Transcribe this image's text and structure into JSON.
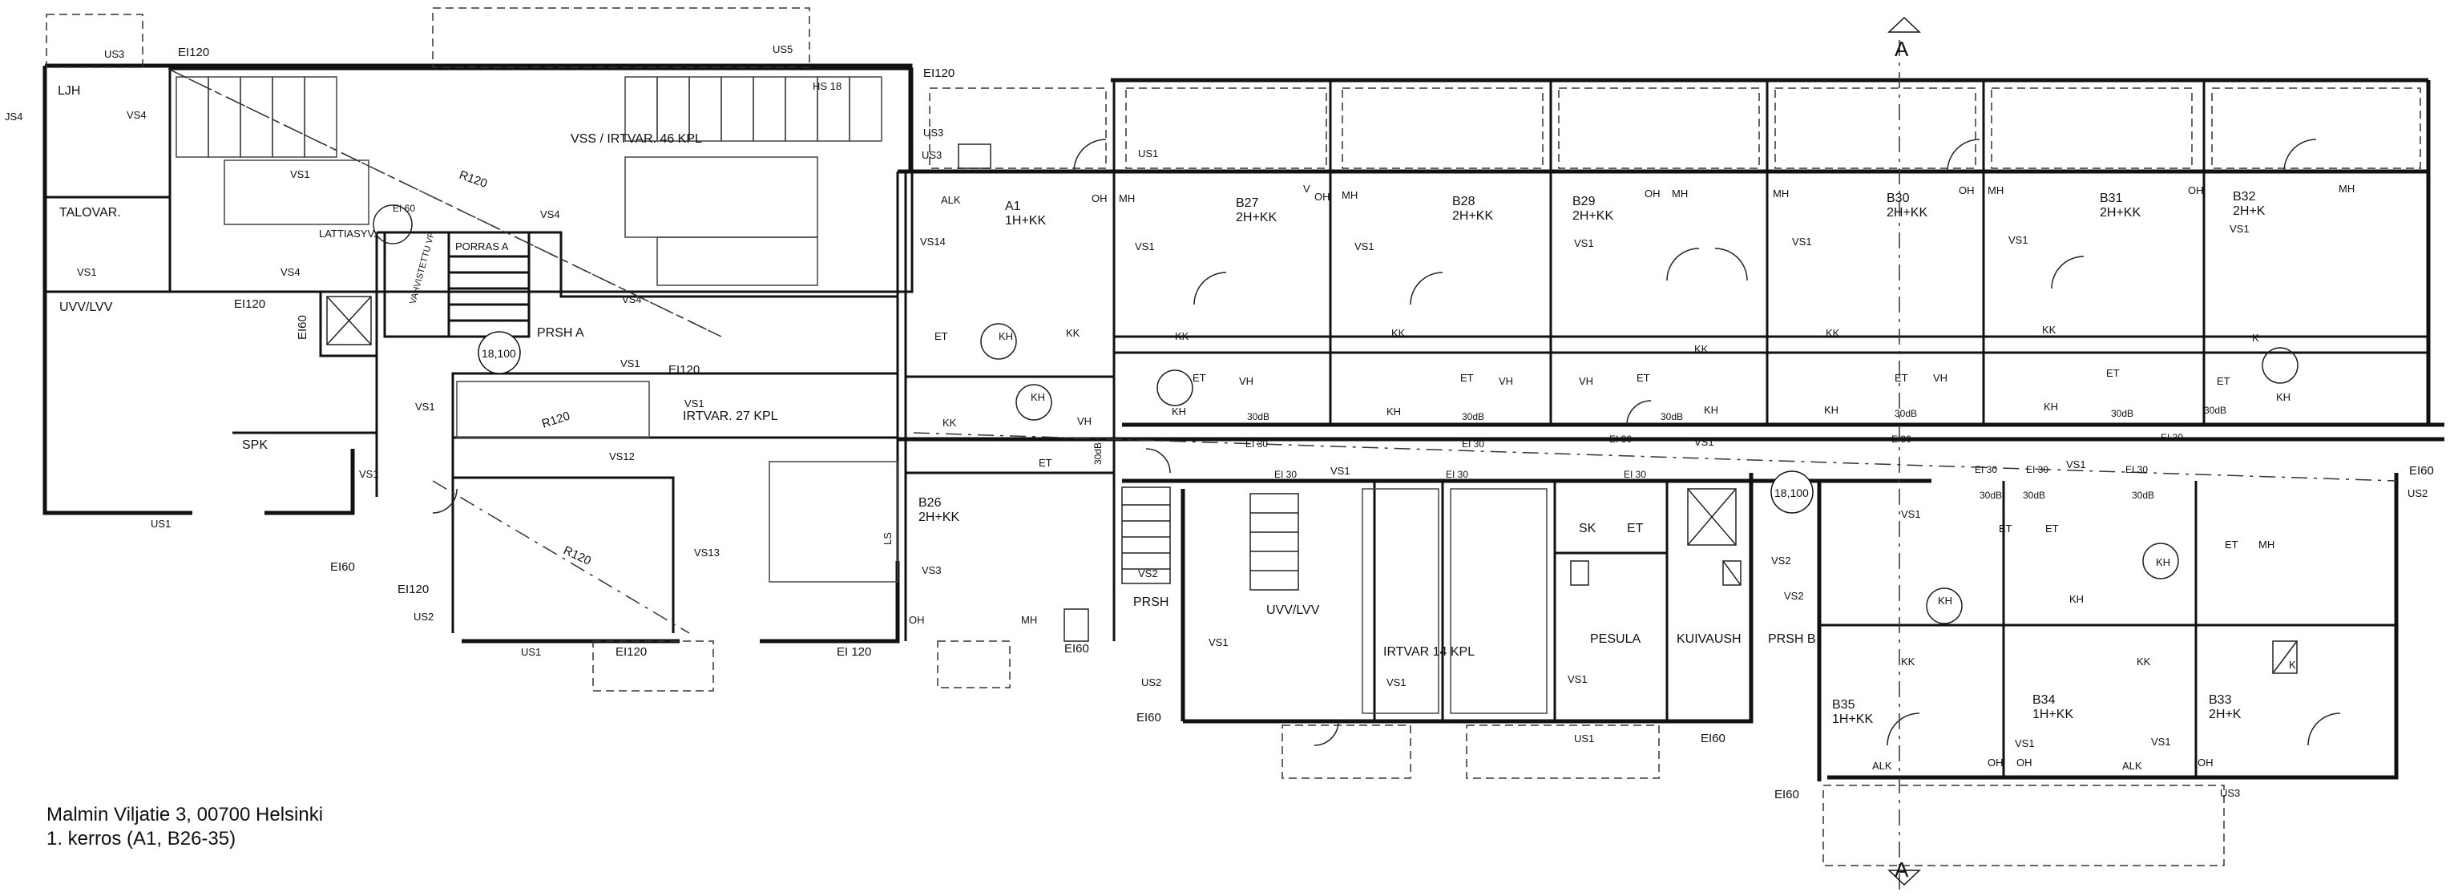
{
  "caption": {
    "address": "Malmin Viljatie 3, 00700 Helsinki",
    "floor": "1. kerros (A1, B26-35)"
  },
  "section_marks": [
    "A",
    "A"
  ],
  "rooms": {
    "ljh": "LJH",
    "talovar": "TALOVAR.",
    "uvv_lvv_left": "UVV/LVV",
    "spk": "SPK",
    "vss_irtvar": "VSS / IRTVAR. 46 KPL",
    "lattiasyv": "LATTIASYV.",
    "porras_a": "PORRAS A",
    "prsh_a": "PRSH A",
    "vahvistettu": "VAHVISTETTU VP",
    "irtvar_27": "IRTVAR. 27 KPL",
    "b26": "B26",
    "b26_type": "2H+KK",
    "a1": "A1",
    "a1_type": "1H+KK",
    "b27": "B27",
    "b27_type": "2H+KK",
    "b28": "B28",
    "b28_type": "2H+KK",
    "b29": "B29",
    "b29_type": "2H+KK",
    "b30": "B30",
    "b30_type": "2H+KK",
    "b31": "B31",
    "b31_type": "2H+KK",
    "b32": "B32",
    "b32_type": "2H+K",
    "prsh": "PRSH",
    "uvv_lvv_mid": "UVV/LVV",
    "irtvar_14": "IRTVAR 14 KPL",
    "sk": "SK",
    "et": "ET",
    "pesula": "PESULA",
    "kuivaush": "KUIVAUSH",
    "prsh_b": "PRSH B",
    "b35": "B35",
    "b35_type": "1H+KK",
    "b34": "B34",
    "b34_type": "1H+KK",
    "b33": "B33",
    "b33_type": "2H+K"
  },
  "elevations": [
    "18,100",
    "18,100"
  ],
  "fire_marks": {
    "ei120": "EI120",
    "ei60": "EI60",
    "ei30": "EI 30",
    "ei_120_sp": "EI 120",
    "ei_60_sp": "EI 60",
    "r120": "R120",
    "db30": "30dB",
    "ei30_tight": "EI30"
  },
  "equipment": {
    "vs1": "VS1",
    "vs2": "VS2",
    "vs3": "VS3",
    "vs4": "VS4",
    "vs12": "VS12",
    "vs13": "VS13",
    "vs14": "VS14",
    "us1": "US1",
    "us2": "US2",
    "us3": "US3",
    "us5": "US5",
    "js4": "JS4",
    "ls": "LS",
    "hs18": "HS 18"
  },
  "fixtures": {
    "kh": "KH",
    "kk": "KK",
    "k": "K",
    "et": "ET",
    "vh": "VH",
    "oh": "OH",
    "mh": "MH",
    "alk": "ALK",
    "v": "V"
  }
}
